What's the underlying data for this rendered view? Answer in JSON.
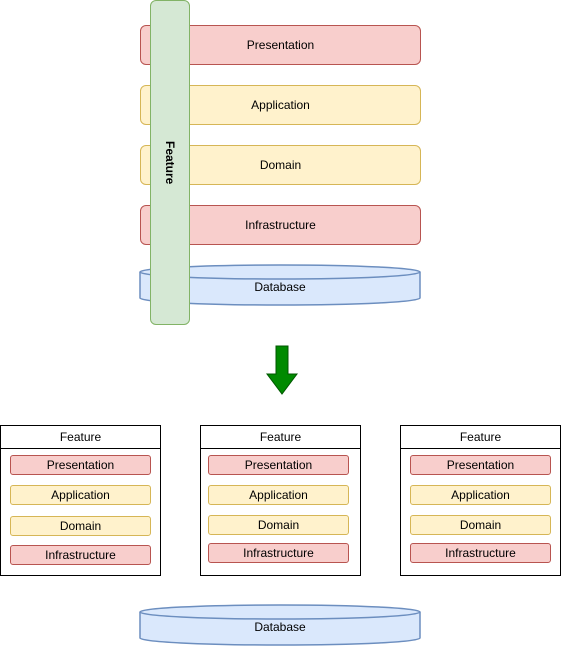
{
  "top": {
    "layers": [
      "Presentation",
      "Application",
      "Domain",
      "Infrastructure"
    ],
    "feature_label": "Feature",
    "database_label": "Database"
  },
  "modules": [
    {
      "title": "Feature",
      "layers": [
        "Presentation",
        "Application",
        "Domain",
        "Infrastructure"
      ]
    },
    {
      "title": "Feature",
      "layers": [
        "Presentation",
        "Application",
        "Domain",
        "Infrastructure"
      ]
    },
    {
      "title": "Feature",
      "layers": [
        "Presentation",
        "Application",
        "Domain",
        "Infrastructure"
      ]
    }
  ],
  "bottom": {
    "database_label": "Database"
  },
  "colors": {
    "red_fill": "#f8cecc",
    "yellow_fill": "#fff2cc",
    "green_fill": "#d5e8d4",
    "db_fill": "#dae8fc",
    "arrow": "#008a00"
  }
}
